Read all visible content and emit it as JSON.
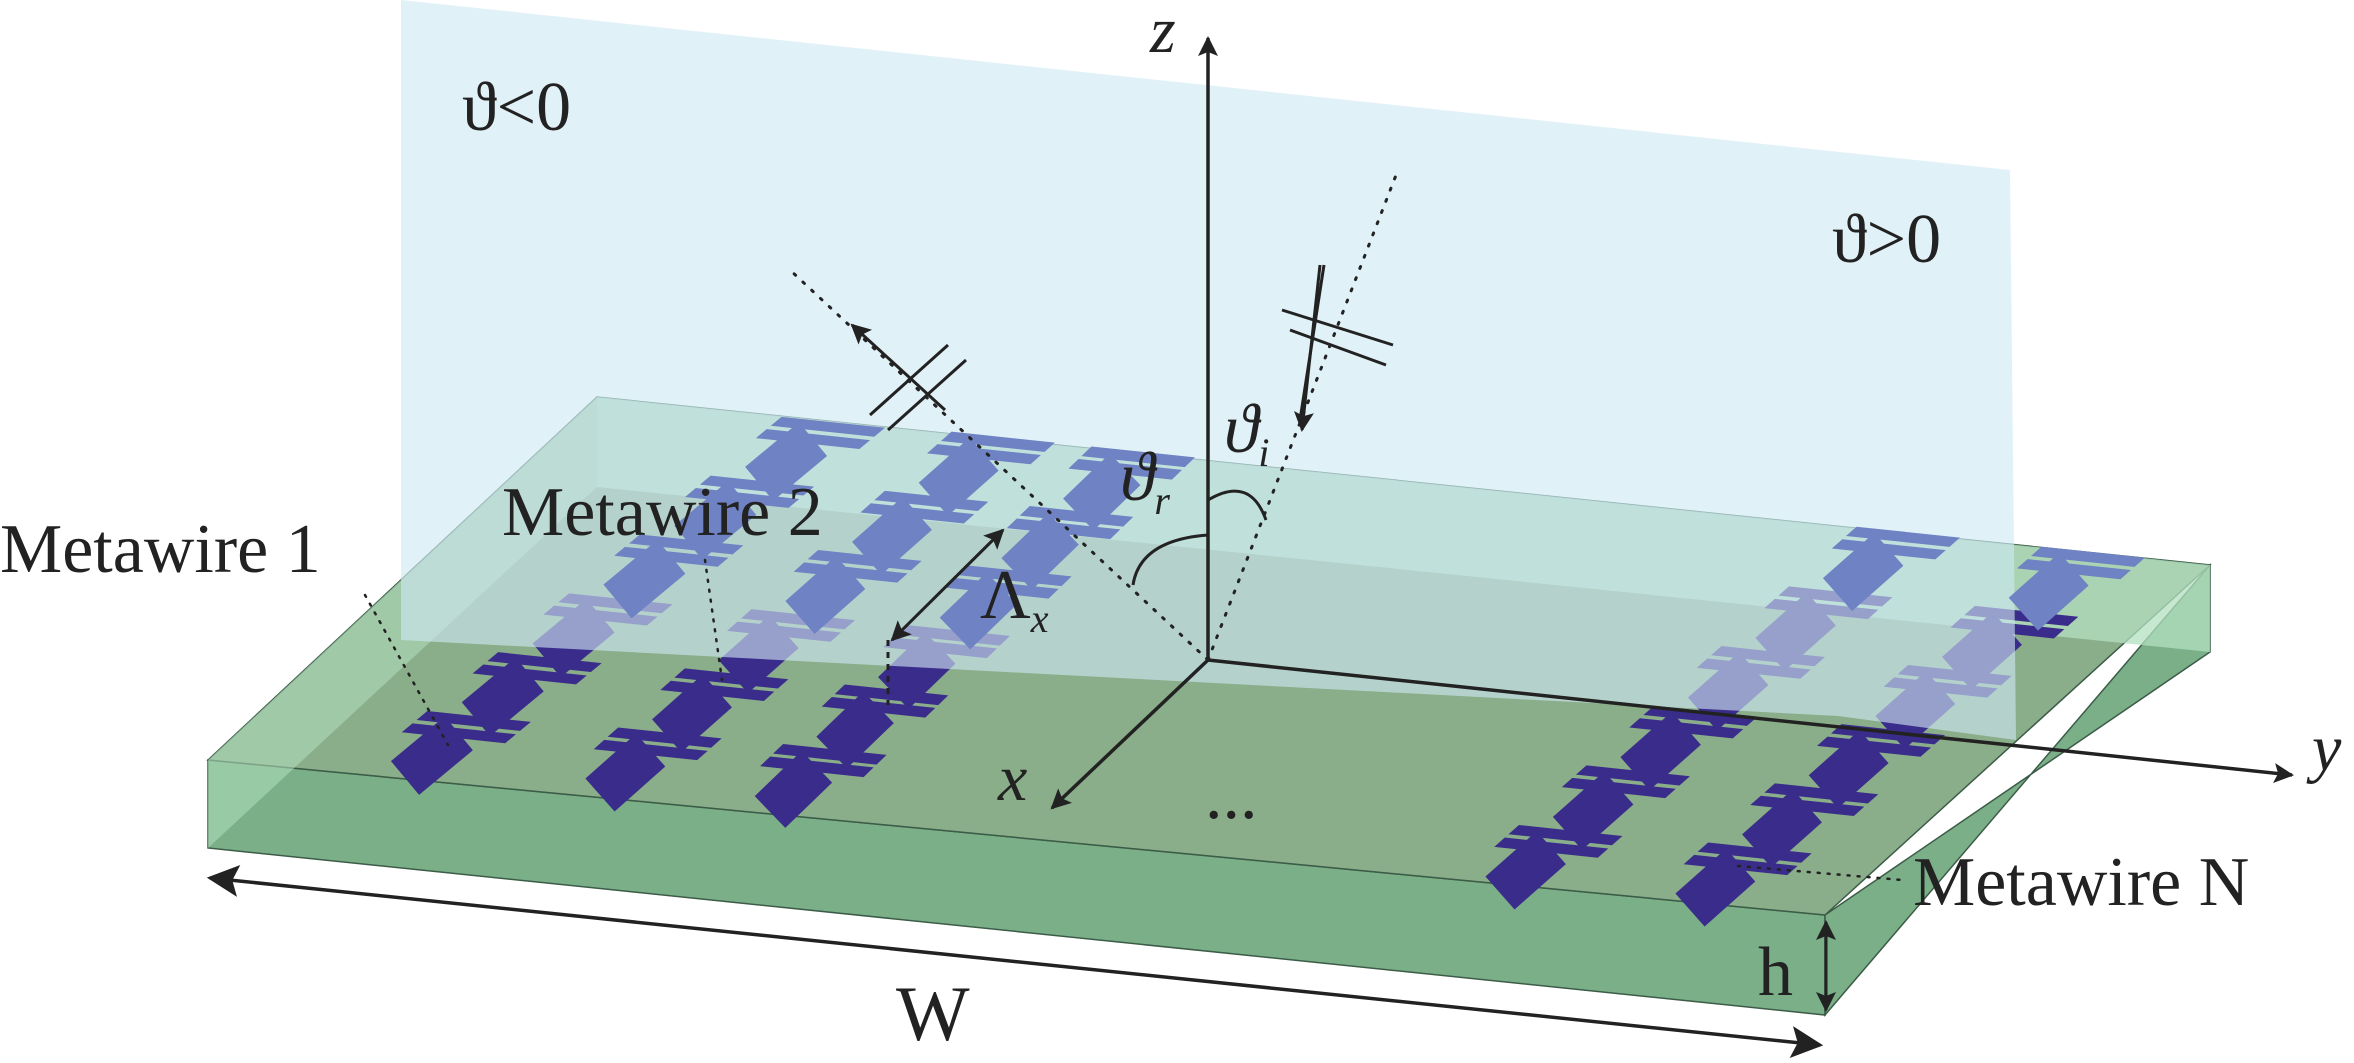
{
  "labels": {
    "axis_z": "z",
    "axis_x": "x",
    "axis_y": "y",
    "theta_neg": "ϑ<0",
    "theta_pos": "ϑ>0",
    "theta_i_sym": "ϑ",
    "theta_i_sub": "i",
    "theta_r_sym": "ϑ",
    "theta_r_sub": "r",
    "lambda_sym": "Λ",
    "lambda_sub": "x",
    "metawire_1": "Metawire 1",
    "metawire_2": "Metawire 2",
    "metawire_n": "Metawire N",
    "ellipsis": "...",
    "width": "W",
    "height": "h"
  },
  "colors": {
    "plane_blue": "#cfe8f4",
    "slab_top": "#8aad8a",
    "slab_front": "#7aaf88",
    "slab_light": "#b3e0c0",
    "metawire_dark": "#3a2c8a",
    "metawire_light": "#6f82c4",
    "line": "#222222"
  },
  "metawire_count": 5
}
